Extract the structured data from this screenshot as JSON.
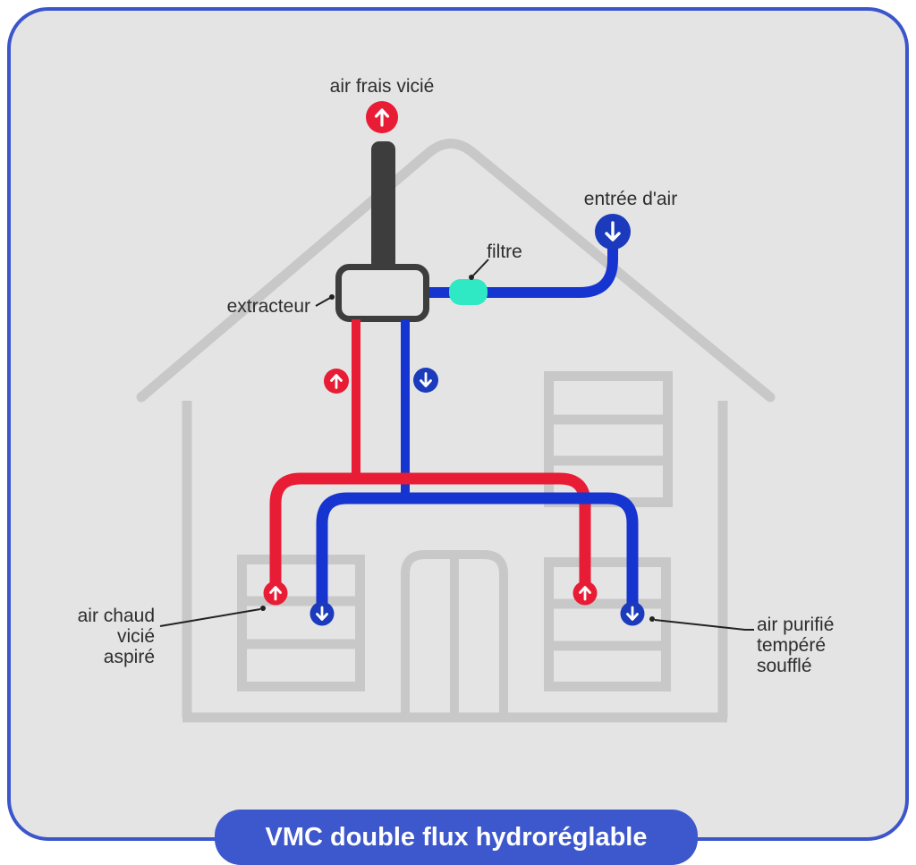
{
  "banner": {
    "label": "VMC double flux hydroréglable"
  },
  "labels": {
    "fresh_air_out": "air frais vicié",
    "air_inlet": "entrée d'air",
    "filter": "filtre",
    "extractor": "extracteur",
    "exhaust_air": {
      "lines": [
        "air chaud",
        "vicié",
        "aspiré"
      ]
    },
    "supply_air": {
      "lines": [
        "air purifié",
        "tempéré",
        "soufflé"
      ]
    }
  },
  "icons": {
    "up_arrow_red_circle": "↑",
    "down_arrow_blue_circle": "↓"
  },
  "colors": {
    "card_background": "#e4e4e5",
    "card_border": "#3b55cb",
    "house_outline_gray": "#c8c8c9",
    "duct_dark_gray": "#3d3d3d",
    "stale_air_red": "#e81c35",
    "fresh_air_blue": "#1634d0",
    "arrow_circle_blue": "#1b3abc",
    "filter_teal": "#2fe9c5",
    "label_text": "#2d2d2d",
    "banner_blue": "#3d57cc"
  }
}
